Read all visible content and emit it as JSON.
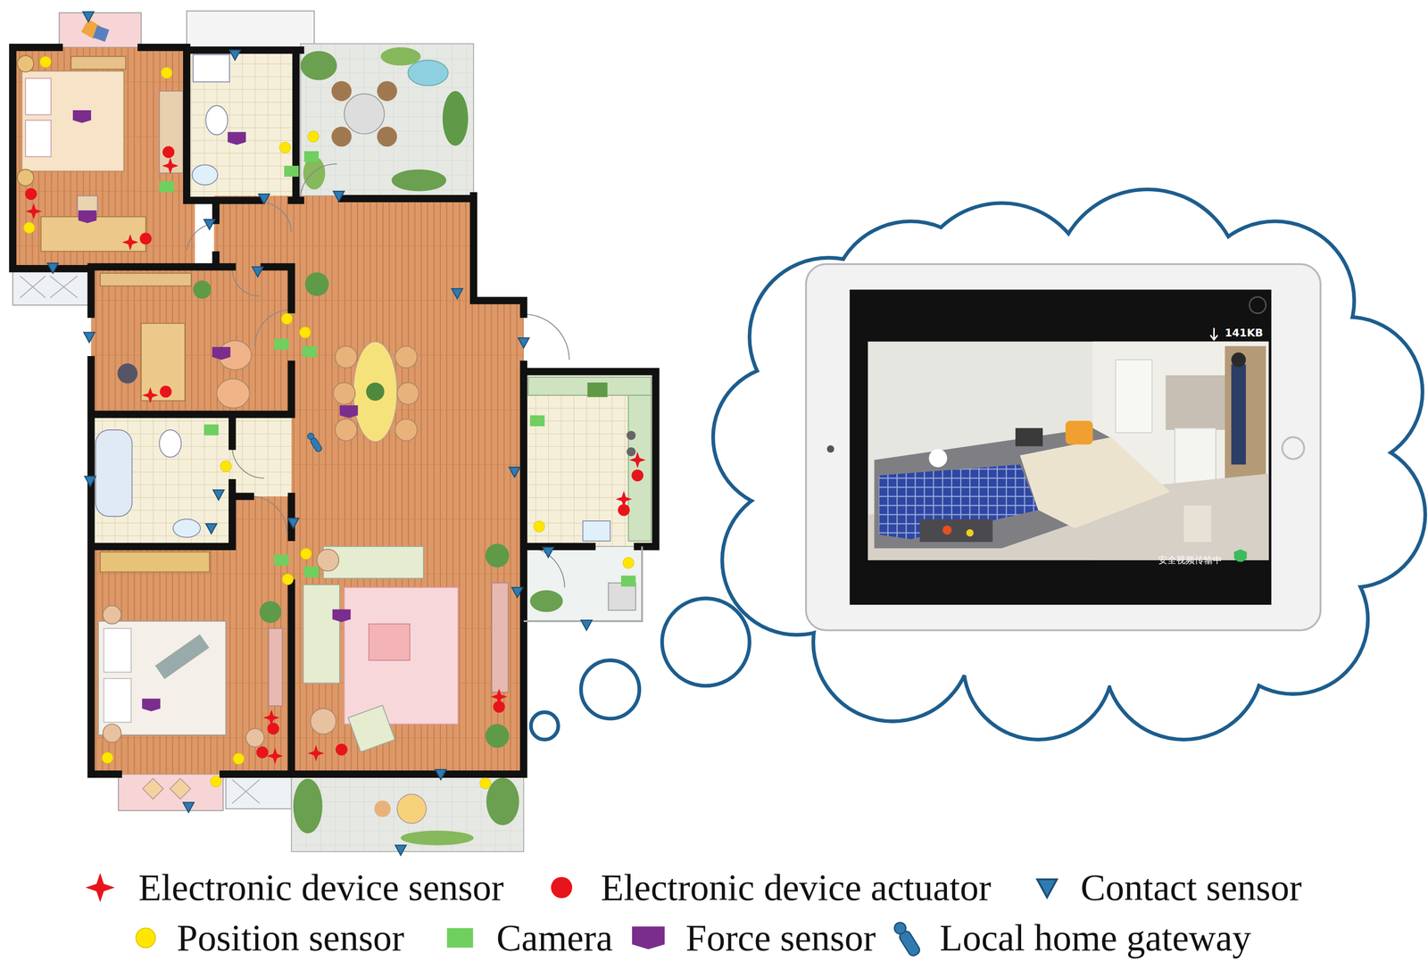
{
  "diagram": {
    "labels": [
      "141KB",
      "安全视频传输中"
    ],
    "legend": [
      {
        "text": "Electronic device sensor"
      },
      {
        "text": "Electronic device actuator",
        "color": "#e8141b"
      },
      {
        "text": "Contact sensor"
      },
      {
        "text": "Position sensor",
        "color": "#ffe600"
      },
      {
        "text": "Camera",
        "color": "#6fcf5f"
      },
      {
        "text": "Force sensor",
        "color": "#7b2d8e"
      },
      {
        "text": "Local home gateway"
      }
    ]
  }
}
